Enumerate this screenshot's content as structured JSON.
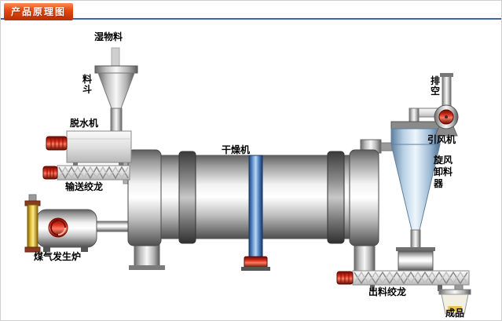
{
  "header": {
    "title": "产品原理图"
  },
  "labels": {
    "wet_material": "湿物料",
    "hopper": "料斗",
    "dewater": "脱水机",
    "feed_screw": "输送绞龙",
    "gas_furnace": "煤气发生炉",
    "dryer": "干燥机",
    "vent": "排空",
    "fan": "引风机",
    "cyclone": "旋风卸料器",
    "discharge_screw": "出料绞龙",
    "product": "成品"
  },
  "colors": {
    "badge_gradient_top": "#ff8a55",
    "badge_gradient_bottom": "#b92f00",
    "divider_blue": "#3f65b0",
    "metal_gray": "#c0c0c0",
    "drive_column_blue": "#6f9fd8",
    "motor_red": "#d83020",
    "furnace_pipe_yellow": "#e8c84a",
    "cyclone_steel_blue": "#b8d0e4"
  }
}
